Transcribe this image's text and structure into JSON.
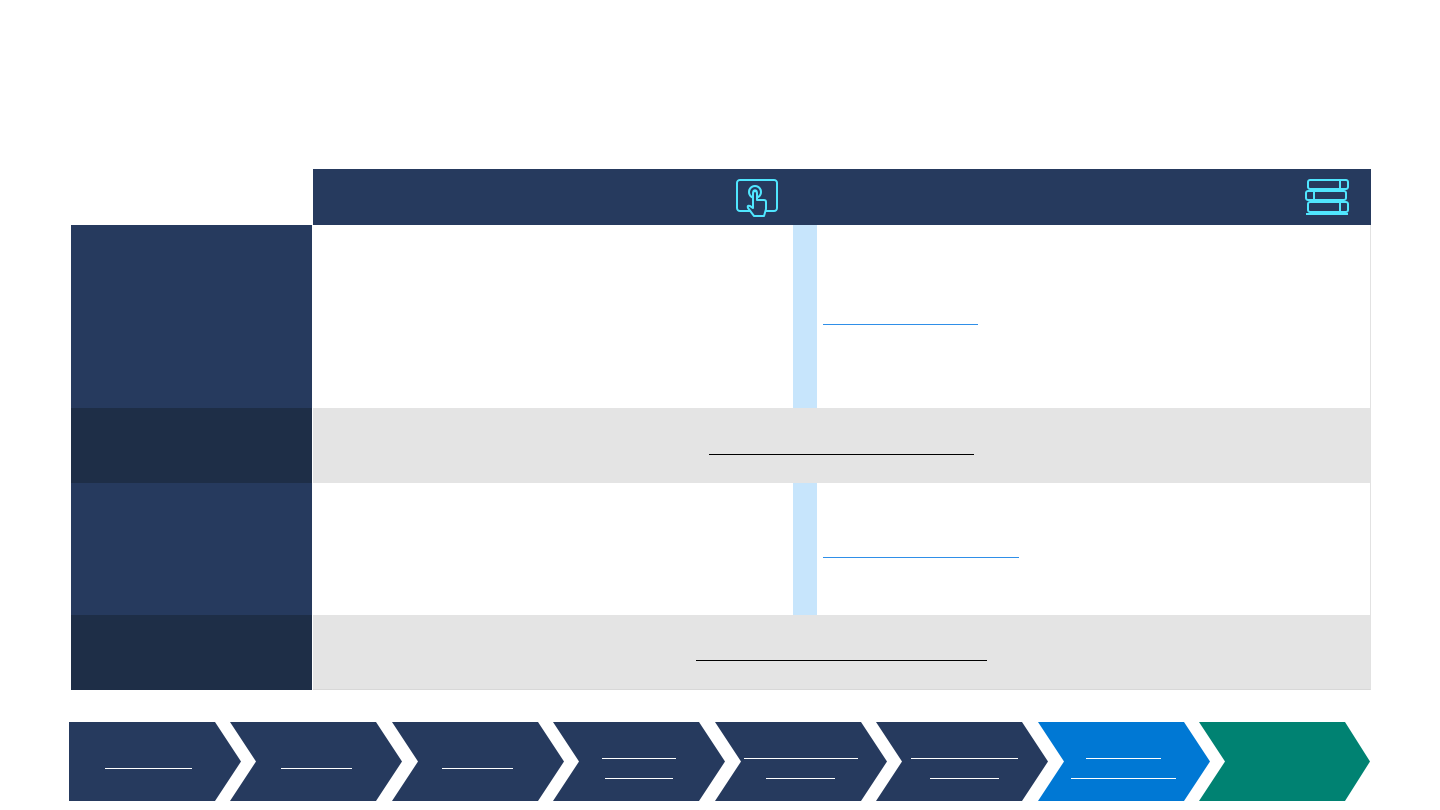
{
  "table": {
    "header": {
      "left_icon": "touch-screen-icon",
      "right_icon": "books-icon"
    },
    "rows": [
      {
        "label": "",
        "left_text": "",
        "right_link": ""
      },
      {
        "label": "",
        "merged_link": ""
      },
      {
        "label": "",
        "left_text": "",
        "right_link": ""
      },
      {
        "label": "",
        "merged_link": ""
      }
    ]
  },
  "process_steps": [
    {
      "label": "",
      "state": "default"
    },
    {
      "label": "",
      "state": "default"
    },
    {
      "label": "",
      "state": "default"
    },
    {
      "label": "",
      "state": "default"
    },
    {
      "label": "",
      "state": "default"
    },
    {
      "label": "",
      "state": "default"
    },
    {
      "label": "",
      "state": "active"
    },
    {
      "label": "",
      "state": "final"
    }
  ],
  "colors": {
    "navy": "#263a5e",
    "navy_dark": "#1e2e47",
    "active_blue": "#0078d4",
    "final_green": "#008272",
    "accent_light_blue": "#c7e5fc",
    "icon_cyan": "#50e6ff",
    "link_blue": "#2f8fe8",
    "row_grey": "#e4e4e4"
  }
}
